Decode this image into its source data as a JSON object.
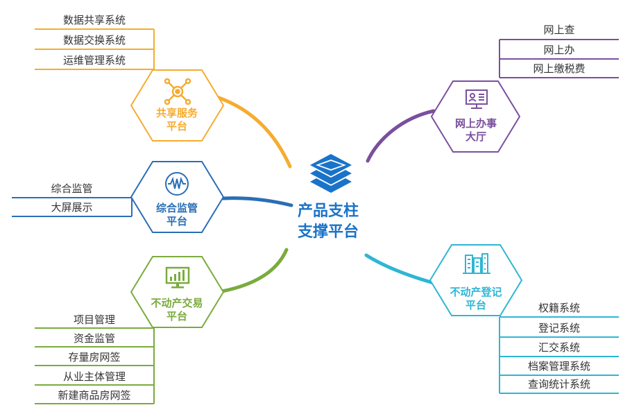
{
  "center": {
    "title_line1": "产品支柱",
    "title_line2": "支撑平台",
    "color": "#1a73c9",
    "icon": "stacked-layers-icon"
  },
  "platforms": {
    "share": {
      "line1": "共享服务",
      "line2": "平台",
      "color": "#f5ac2f",
      "icon": "network-hub-icon",
      "items": [
        "数据共享系统",
        "数据交换系统",
        "运维管理系统"
      ]
    },
    "monitor": {
      "line1": "综合监管",
      "line2": "平台",
      "color": "#2a6eb5",
      "icon": "waveform-monitor-icon",
      "items": [
        "综合监管",
        "大屏展示"
      ]
    },
    "trade": {
      "line1": "不动产交易",
      "line2": "平台",
      "color": "#7aab3d",
      "icon": "bar-chart-monitor-icon",
      "items": [
        "项目管理",
        "资金监管",
        "存量房网签",
        "从业主体管理",
        "新建商品房网签"
      ]
    },
    "online": {
      "line1": "网上办事",
      "line2": "大厅",
      "color": "#7a4f9e",
      "icon": "computer-service-icon",
      "items": [
        "网上查",
        "网上办",
        "网上缴税费"
      ]
    },
    "register": {
      "line1": "不动产登记",
      "line2": "平台",
      "color": "#2eb6d4",
      "icon": "buildings-icon",
      "items": [
        "权籍系统",
        "登记系统",
        "汇交系统",
        "档案管理系统",
        "查询统计系统"
      ]
    }
  }
}
